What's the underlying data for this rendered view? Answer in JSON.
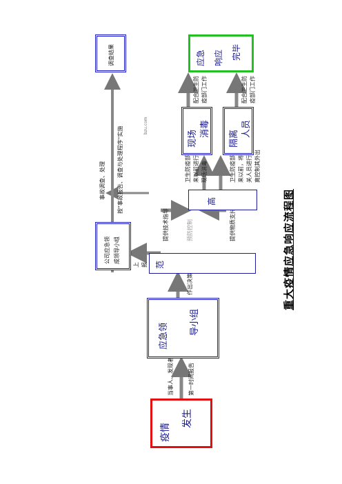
{
  "title": "重大疫情应急响应流程图",
  "nodes": {
    "outbreak": {
      "l1": "疫情",
      "l2": "发生"
    },
    "leading_group": {
      "l1": "应急领",
      "l2": "导小组"
    },
    "fan": {
      "label": "范"
    },
    "gao": {
      "label": "高"
    },
    "onsite_disinfection": {
      "l1": "现场",
      "l2": "消毒"
    },
    "isolation": {
      "l1": "隔离",
      "l2": "人员"
    },
    "complete": {
      "l1": "应急",
      "l2": "响应",
      "l3": "完毕"
    },
    "company_group": {
      "l1": "公司应急领",
      "l2": "成领导小组"
    },
    "investigation_result": {
      "label": "调查结果"
    }
  },
  "edges": {
    "report_top": "当事人、发现者",
    "report_bottom": "第一时间报告",
    "decision": "作出决策",
    "report_up_1": "上",
    "report_up_2": "报",
    "tech_guidance": "提供技术指导",
    "prevention": "预防控制",
    "resource": "提供物质支持",
    "g1_1": "卫生防疫部门",
    "g1_2": "来以前进行",
    "g1_3": "现场消毒",
    "g2_1": "卫生防疫部门",
    "g2_2": "来以前，将相",
    "g2_3": "关人员进行临",
    "g2_4": "离控制其外出",
    "c1_1": "配合卫生防",
    "c1_2": "疫部门工作",
    "c2_1": "配合卫生防",
    "c2_2": "疫部门工作",
    "inv_1": "事故调查、处理",
    "inv_2": "按\"事故报告、调查与处理程序\"实施"
  },
  "watermark": "bzu.com"
}
